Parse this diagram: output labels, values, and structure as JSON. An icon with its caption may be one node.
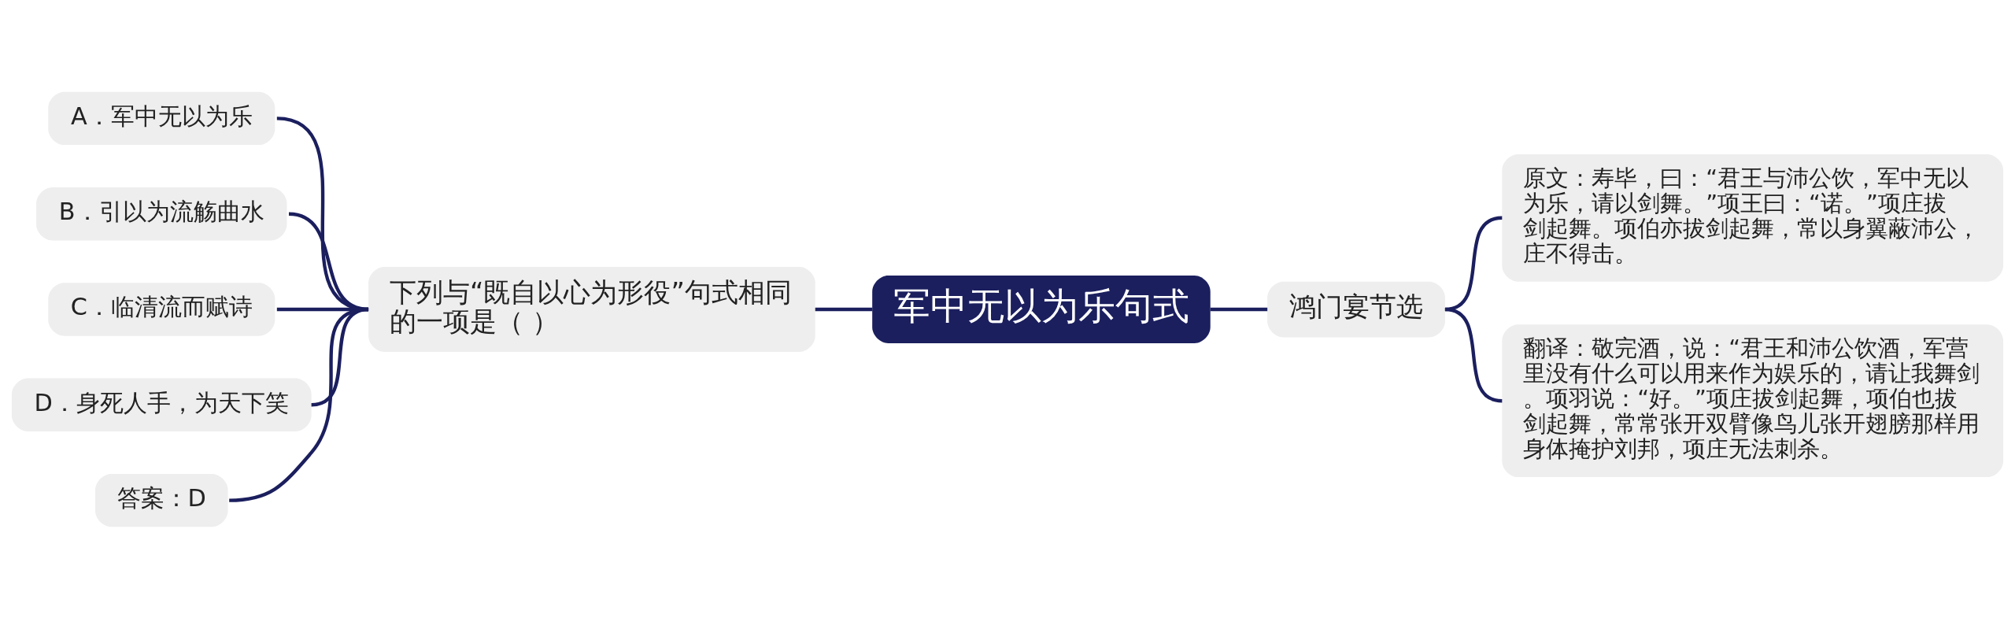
{
  "diagram": {
    "nodes": [
      {
        "text": [
          "军中无以为乐句式"
        ]
      },
      {
        "text": [
          "下列与“既自以心为形役”句式相同的一项是（ ）"
        ]
      },
      {
        "text": [
          "A．军中无以为乐"
        ]
      },
      {
        "text": [
          "B．引以为流觞曲水"
        ]
      },
      {
        "text": [
          "C．临清流而赋诗"
        ]
      },
      {
        "text": [
          "D．身死人手，为天下笑"
        ]
      },
      {
        "text": [
          "答案：D"
        ]
      },
      {
        "text": [
          "鸿门宴节选"
        ]
      },
      {
        "text": [
          "原文：寿毕，曰：“君王与沛公饮，军中无以为乐，请以剑舞。”项王曰：“诺。”项庄拔剑起舞。项伯亦拔剑起舞，常以身翼蔽沛公，庄不得击。"
        ]
      },
      {
        "text": [
          "翻译：敬完酒，说：“君王和沛公饮酒，军营里没有什么可以用来作为娱乐的，请让我舞剑。项羽说：“好。”项庄拔剑起舞，项伯也拔剑起舞，常常张开双臂像鸟儿张开翅膀那样用身体掩护刘邦，项庄无法刺杀。"
        ]
      }
    ],
    "edges": [
      {
        "from": 1,
        "to": 0,
        "arrow": "none"
      },
      {
        "from": 2,
        "to": 1,
        "arrow": "none"
      },
      {
        "from": 3,
        "to": 1,
        "arrow": "none"
      },
      {
        "from": 4,
        "to": 1,
        "arrow": "none"
      },
      {
        "from": 5,
        "to": 1,
        "arrow": "none"
      },
      {
        "from": 6,
        "to": 1,
        "arrow": "none"
      },
      {
        "from": 0,
        "to": 7,
        "arrow": "none"
      },
      {
        "from": 7,
        "to": 8,
        "arrow": "none"
      },
      {
        "from": 7,
        "to": 9,
        "arrow": "none"
      }
    ]
  }
}
